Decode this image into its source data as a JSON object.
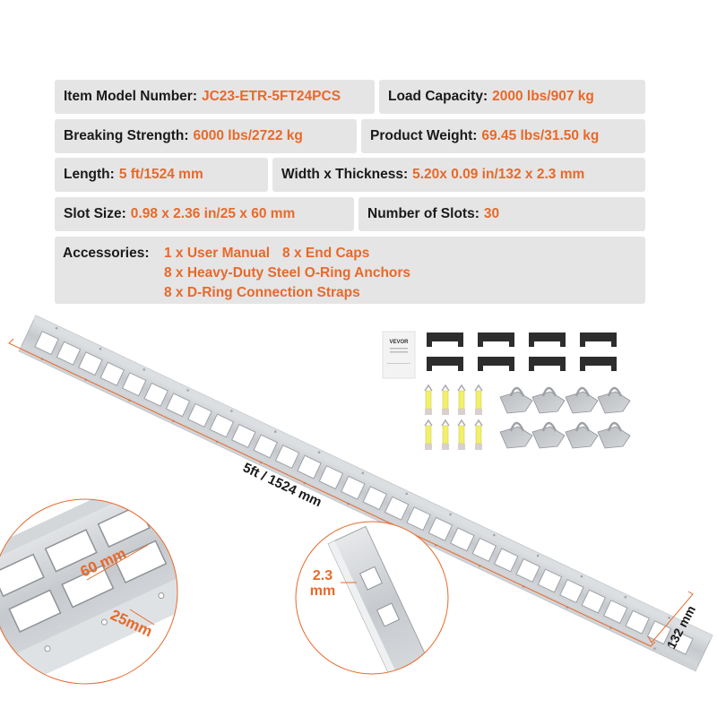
{
  "specs": {
    "rows": [
      [
        {
          "label": "Item Model Number:",
          "value": "JC23-ETR-5FT24PCS"
        },
        {
          "label": "Load Capacity:",
          "value": "2000 lbs/907 kg"
        }
      ],
      [
        {
          "label": "Breaking Strength:",
          "value": "6000 lbs/2722 kg"
        },
        {
          "label": "Product Weight:",
          "value": "69.45 lbs/31.50 kg"
        }
      ],
      [
        {
          "label": "Length:",
          "value": "5 ft/1524 mm"
        },
        {
          "label": "Width x Thickness:",
          "value": "5.20x 0.09 in/132 x 2.3 mm"
        }
      ],
      [
        {
          "label": "Slot Size:",
          "value": "0.98 x 2.36 in/25 x 60 mm"
        },
        {
          "label": "Number of Slots:",
          "value": "30"
        }
      ]
    ],
    "accessories": {
      "label": "Accessories:",
      "items": [
        "1 x User Manual",
        "8 x End Caps",
        "8 x Heavy-Duty Steel O-Ring Anchors",
        "8 x D-Ring Connection Straps"
      ]
    }
  },
  "illustration": {
    "length_dimension": "5ft / 1524 mm",
    "width_dimension": "132 mm",
    "slot_length_callout": "60 mm",
    "slot_width_callout": "25mm",
    "thickness_callout_line1": "2.3",
    "thickness_callout_line2": "mm",
    "manual_brand": "VEVOR",
    "colors": {
      "accent": "#e8692a",
      "panel": "#e5e5e5",
      "steel": "#c9ccd0",
      "end_cap": "#2a2a2a",
      "strap": "#f2f06a"
    }
  }
}
